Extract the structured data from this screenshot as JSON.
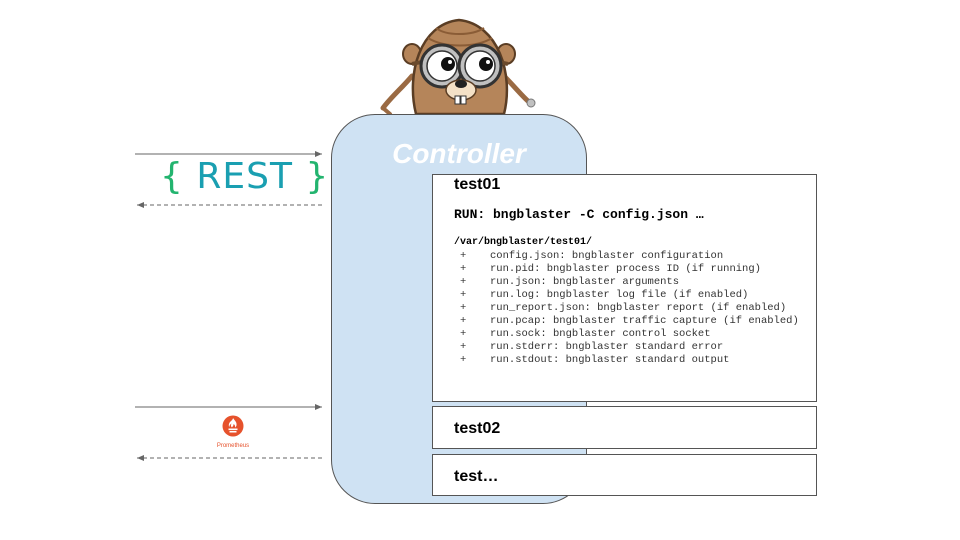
{
  "diagram": {
    "controller_label": "Controller",
    "rest_logo": {
      "open_brace": "{",
      "text": "REST",
      "close_brace": "}"
    },
    "prometheus_logo": {
      "label": "Prometheus"
    },
    "gopher_mascot": "gopher-icon",
    "tests": [
      {
        "name": "test01",
        "command": "RUN: bngblaster -C config.json …",
        "directory": "/var/bngblaster/test01/",
        "files": [
          {
            "bullet": "+",
            "text": "config.json: bngblaster configuration"
          },
          {
            "bullet": "+",
            "text": "run.pid: bngblaster process ID (if running)"
          },
          {
            "bullet": "+",
            "text": "run.json: bngblaster arguments"
          },
          {
            "bullet": "+",
            "text": "run.log: bngblaster log file (if enabled)"
          },
          {
            "bullet": "+",
            "text": "run_report.json: bngblaster report (if enabled)"
          },
          {
            "bullet": "+",
            "text": "run.pcap: bngblaster traffic capture (if enabled)"
          },
          {
            "bullet": "+",
            "text": "run.sock: bngblaster control socket"
          },
          {
            "bullet": "+",
            "text": "run.stderr: bngblaster standard error"
          },
          {
            "bullet": "+",
            "text": "run.stdout: bngblaster standard output"
          }
        ]
      },
      {
        "name": "test02"
      },
      {
        "name": "test…"
      }
    ],
    "colors": {
      "controller_fill": "#cfe2f3",
      "rest_text": "#1a9fb1",
      "rest_braces": "#23b46f",
      "prometheus": "#e6522c",
      "gopher_helmet": "#b5855a"
    }
  }
}
